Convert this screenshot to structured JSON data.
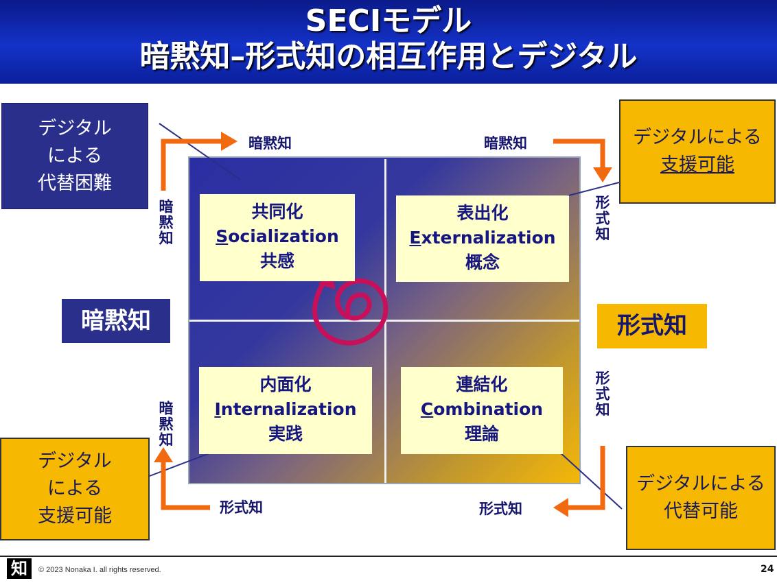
{
  "header": {
    "title_line1": "SECIモデル",
    "title_line2": "暗黙知–形式知の相互作用とデジタル"
  },
  "quadrants": [
    {
      "jp": "共同化",
      "en_first": "S",
      "en_rest": "ocialization",
      "keyword": "共感"
    },
    {
      "jp": "表出化",
      "en_first": "E",
      "en_rest": "xternalization",
      "keyword": "概念"
    },
    {
      "jp": "内面化",
      "en_first": "I",
      "en_rest": "nternalization",
      "keyword": "実践"
    },
    {
      "jp": "連結化",
      "en_first": "C",
      "en_rest": "ombination",
      "keyword": "理論"
    }
  ],
  "callouts": {
    "top_left": [
      "デジタル",
      "による",
      "代替困難"
    ],
    "top_right": [
      "デジタルによる",
      "支援可能"
    ],
    "bottom_left": [
      "デジタル",
      "による",
      "支援可能"
    ],
    "bottom_right": [
      "デジタルによる",
      "代替可能"
    ]
  },
  "side_labels": {
    "left": "暗黙知",
    "right": "形式知"
  },
  "arrow_labels": {
    "top_left_h": "暗黙知",
    "top_left_v": "暗黙知",
    "top_right_h": "暗黙知",
    "top_right_v": "形式知",
    "bottom_right_v": "形式知",
    "bottom_right_h": "形式知",
    "bottom_left_h": "形式知",
    "bottom_left_v": "暗黙知"
  },
  "footer": {
    "copyright": "© 2023 Nonaka I. all rights reserved.",
    "page_number": "24",
    "logo_text": "知"
  },
  "colors": {
    "navy": "#2b2f8c",
    "yellow": "#f6b800",
    "arrow": "#f26a10",
    "spiral": "#c8105a",
    "box": "#ffffcc"
  }
}
